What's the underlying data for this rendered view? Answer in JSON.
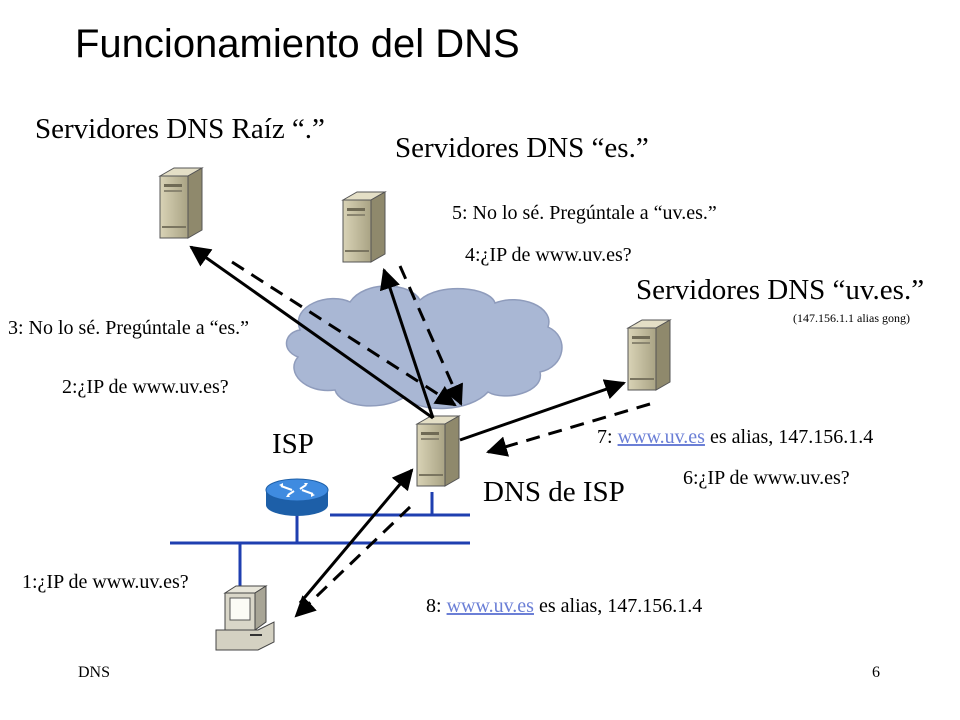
{
  "title": "Funcionamiento del DNS",
  "servers": {
    "root": "Servidores DNS Raíz “.”",
    "es": "Servidores DNS “es.”",
    "uves": "Servidores DNS “uv.es.”",
    "uves_note": "(147.156.1.1 alias gong)",
    "isp_dns": "DNS de ISP",
    "isp": "ISP"
  },
  "messages": {
    "m1": "1:¿IP de www.uv.es?",
    "m2": "2:¿IP de www.uv.es?",
    "m3": "3: No lo sé. Pregúntale a “es.”",
    "m4": "4:¿IP de www.uv.es?",
    "m5": "5: No lo sé. Pregúntale a “uv.es.”",
    "m6": "6:¿IP de www.uv.es?",
    "m7_prefix": "7: ",
    "m7_link": "www.uv.es",
    "m7_suffix": " es alias, 147.156.1.4",
    "m8_prefix": "8: ",
    "m8_link": "www.uv.es",
    "m8_suffix": " es alias, 147.156.1.4"
  },
  "footer": {
    "left": "DNS",
    "page": "6"
  },
  "colors": {
    "server_body": "#bdb79a",
    "router": "#2f7fd0",
    "cloud": "#a9b7d4",
    "link": "#6b7fd6"
  },
  "icons": [
    "server-icon",
    "router-icon",
    "computer-icon",
    "cloud-shape"
  ]
}
